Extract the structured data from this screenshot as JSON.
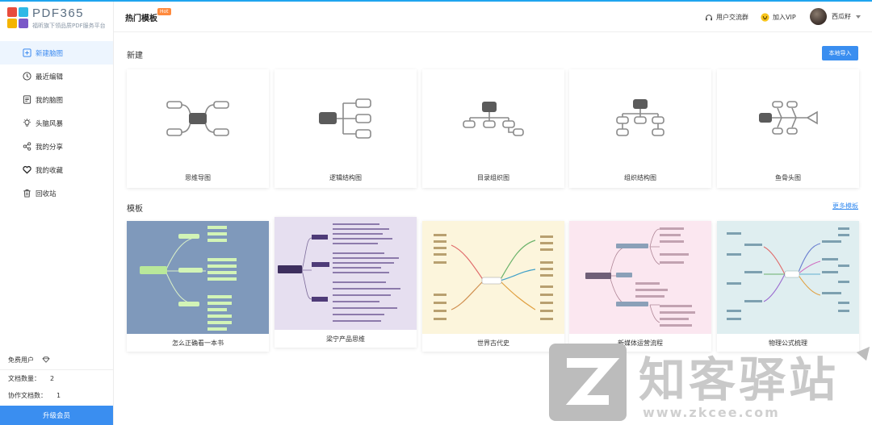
{
  "app": {
    "brand": "PDF365",
    "tagline": "福昕旗下领品质PDF服务平台"
  },
  "sidebar": {
    "items": [
      {
        "label": "新建脑图",
        "icon": "plus-square-icon",
        "active": true
      },
      {
        "label": "最近编辑",
        "icon": "clock-icon"
      },
      {
        "label": "我的脑图",
        "icon": "document-icon"
      },
      {
        "label": "头脑风暴",
        "icon": "lightbulb-icon"
      },
      {
        "label": "我的分享",
        "icon": "share-icon"
      },
      {
        "label": "我的收藏",
        "icon": "heart-icon"
      },
      {
        "label": "回收站",
        "icon": "trash-icon"
      }
    ],
    "user_type": "免费用户",
    "doc_count_label": "文档数量：",
    "doc_count": "2",
    "collab_count_label": "协作文档数：",
    "collab_count": "1",
    "upgrade_label": "升级会员"
  },
  "header": {
    "title": "热门模板",
    "hot_badge": "Hot",
    "group_label": "用户交流群",
    "vip_label": "加入VIP",
    "username": "西瓜籽"
  },
  "new_section": {
    "title": "新建",
    "import_label": "本地导入",
    "cards": [
      {
        "label": "思维导图",
        "icon": "mindmap-icon"
      },
      {
        "label": "逻辑结构图",
        "icon": "logic-structure-icon"
      },
      {
        "label": "目录组织图",
        "icon": "directory-org-icon"
      },
      {
        "label": "组织结构图",
        "icon": "org-chart-icon"
      },
      {
        "label": "鱼骨头图",
        "icon": "fishbone-icon"
      }
    ]
  },
  "templates_section": {
    "title": "模板",
    "more_label": "更多模板",
    "cards": [
      {
        "label": "怎么正确看一本书",
        "bg": "#7f99bb"
      },
      {
        "label": "梁宁产品思维",
        "bg": "#e6dff0"
      },
      {
        "label": "世界古代史",
        "bg": "#fcf5dc"
      },
      {
        "label": "新媒体运营流程",
        "bg": "#fbe7f0"
      },
      {
        "label": "物理公式梳理",
        "bg": "#dfeef0"
      }
    ]
  },
  "watermark": {
    "text": "知客驿站",
    "url": "www.zkcee.com"
  },
  "colors": {
    "accent": "#3a8ef0",
    "hot": "#ff8a3d",
    "active_bg": "#edf5fe"
  }
}
